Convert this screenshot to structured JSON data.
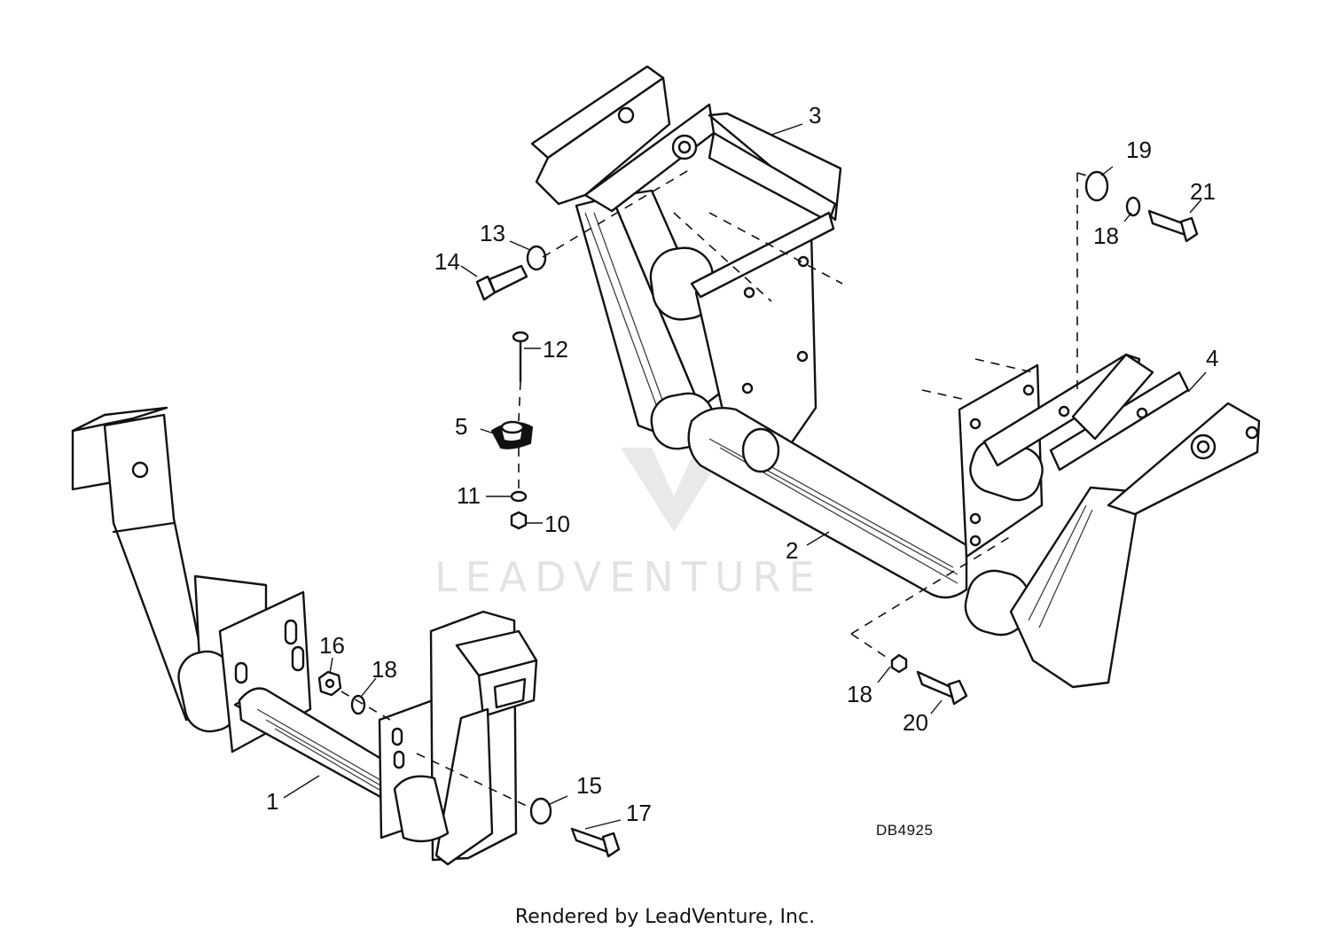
{
  "diagram": {
    "drawing_code": "DB4925",
    "watermark": "LEADVENTURE",
    "callouts": {
      "p1": "1",
      "p2": "2",
      "p3": "3",
      "p4": "4",
      "p5": "5",
      "p10": "10",
      "p11": "11",
      "p12": "12",
      "p13": "13",
      "p14": "14",
      "p15": "15",
      "p16": "16",
      "p17": "17",
      "p18a": "18",
      "p18b": "18",
      "p18c": "18",
      "p19": "19",
      "p20": "20",
      "p21": "21"
    }
  },
  "footer": {
    "text": "Rendered by LeadVenture, Inc."
  },
  "colors": {
    "ink": "#111111",
    "watermark": "#e3e3e3",
    "background": "#ffffff"
  }
}
